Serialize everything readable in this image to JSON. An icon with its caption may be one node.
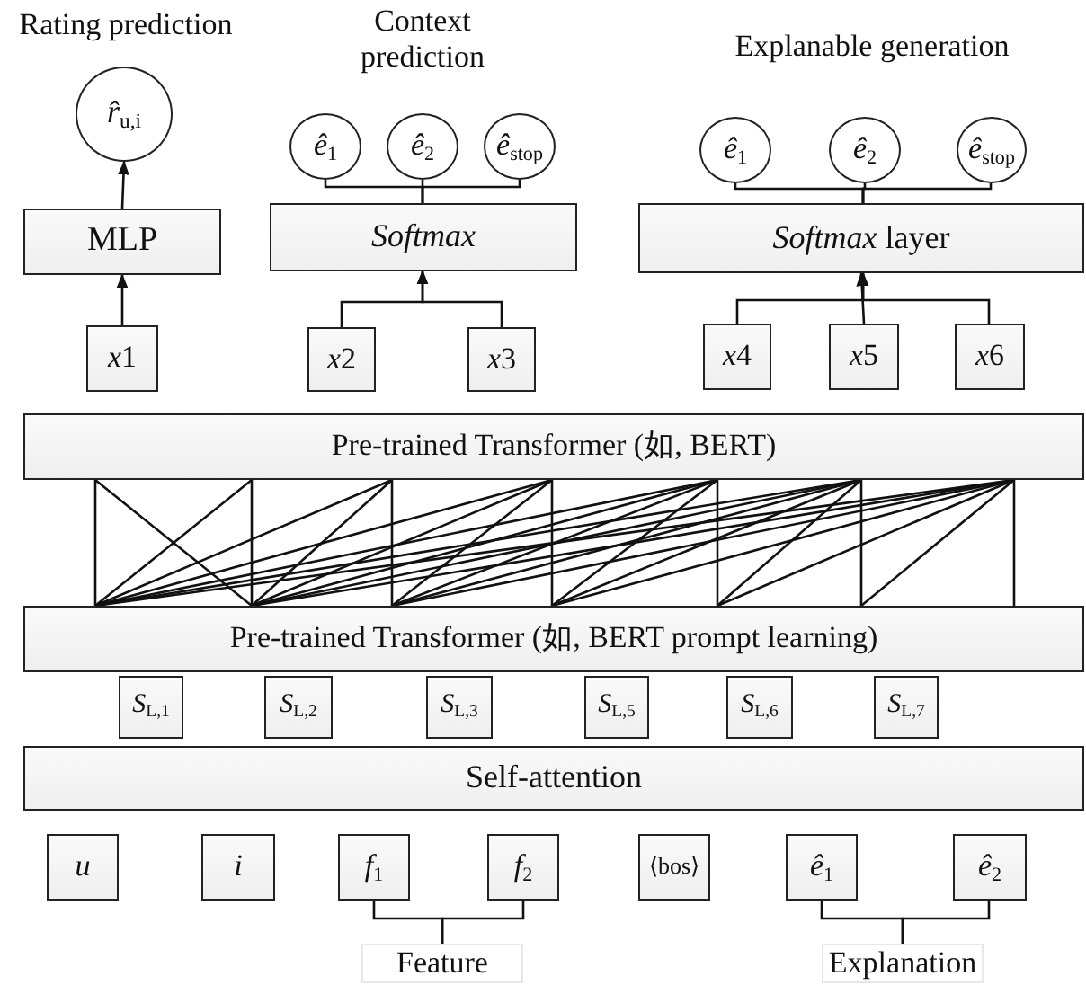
{
  "diagram": {
    "nodes": [
      {
        "text": [
          "*r̂*$_{u,i}$"
        ]
      },
      {
        "text": [
          "MLP"
        ]
      },
      {
        "text": [
          "x1"
        ]
      },
      {
        "text": [
          "Softmax"
        ]
      },
      {
        "text": [
          "*ê*$_{1}$"
        ]
      },
      {
        "text": [
          "*ê*$_{2}$"
        ]
      },
      {
        "text": [
          "*ê*$_{stop}$"
        ]
      },
      {
        "text": [
          "x2"
        ]
      },
      {
        "text": [
          "x3"
        ]
      },
      {
        "text": [
          "*Softmax* layer"
        ]
      },
      {
        "text": [
          "*ê*$_{1}$"
        ]
      },
      {
        "text": [
          "*ê*$_{2}$"
        ]
      },
      {
        "text": [
          "*ê*$_{stop}$"
        ]
      },
      {
        "text": [
          "x4"
        ]
      },
      {
        "text": [
          "x5"
        ]
      },
      {
        "text": [
          "x6"
        ]
      },
      {
        "text": [
          "Pre-trained Transformer (如, BERT)"
        ]
      },
      {
        "text": [
          "Pre-trained Transformer (如, BERT prompt learning)"
        ]
      },
      {
        "text": [
          "*S*$_{L,1}$"
        ]
      },
      {
        "text": [
          "*S*$_{L,2}$"
        ]
      },
      {
        "text": [
          "*S*$_{L,3}$"
        ]
      },
      {
        "text": [
          "*S*$_{L,5}$"
        ]
      },
      {
        "text": [
          "*S*$_{L,6}$"
        ]
      },
      {
        "text": [
          "*S*$_{L,7}$"
        ]
      },
      {
        "text": [
          "Self-attention"
        ]
      },
      {
        "text": [
          "u"
        ]
      },
      {
        "text": [
          "i"
        ]
      },
      {
        "text": [
          "*f*$_{1}$"
        ]
      },
      {
        "text": [
          "*f*$_{2}$"
        ]
      },
      {
        "text": [
          "⟨bos⟩"
        ]
      },
      {
        "text": [
          "*ê*$_{1}$"
        ]
      },
      {
        "text": [
          "*ê*$_{2}$"
        ]
      },
      {
        "text": [
          "Feature"
        ]
      },
      {
        "text": [
          "Explanation"
        ]
      }
    ],
    "edges": [
      {
        "from": 2,
        "to": 1,
        "arrow": "to"
      },
      {
        "from": 1,
        "to": 0,
        "arrow": "to"
      },
      {
        "from": 7,
        "to": 3,
        "arrow": "to"
      },
      {
        "from": 8,
        "to": 3,
        "arrow": "to"
      },
      {
        "from": 13,
        "to": 9,
        "arrow": "to"
      },
      {
        "from": 14,
        "to": 9,
        "arrow": "to"
      },
      {
        "from": 15,
        "to": 9,
        "arrow": "to"
      },
      {
        "from": 3,
        "to": 4,
        "arrow": "none"
      },
      {
        "from": 3,
        "to": 5,
        "arrow": "none"
      },
      {
        "from": 3,
        "to": 6,
        "arrow": "none"
      },
      {
        "from": 9,
        "to": 10,
        "arrow": "none"
      },
      {
        "from": 9,
        "to": 11,
        "arrow": "none"
      },
      {
        "from": 9,
        "to": 12,
        "arrow": "none"
      },
      {
        "from": 16,
        "to": 17,
        "arrow": "none"
      },
      {
        "from": 16,
        "to": 17,
        "arrow": "none"
      },
      {
        "from": 16,
        "to": 17,
        "arrow": "none"
      },
      {
        "from": 16,
        "to": 17,
        "arrow": "none"
      },
      {
        "from": 16,
        "to": 17,
        "arrow": "none"
      },
      {
        "from": 16,
        "to": 17,
        "arrow": "none"
      },
      {
        "from": 16,
        "to": 17,
        "arrow": "none"
      },
      {
        "from": 16,
        "to": 17,
        "arrow": "none"
      },
      {
        "from": 16,
        "to": 17,
        "arrow": "none"
      },
      {
        "from": 16,
        "to": 17,
        "arrow": "none"
      },
      {
        "from": 16,
        "to": 17,
        "arrow": "none"
      },
      {
        "from": 16,
        "to": 17,
        "arrow": "none"
      },
      {
        "from": 16,
        "to": 17,
        "arrow": "none"
      },
      {
        "from": 16,
        "to": 17,
        "arrow": "none"
      },
      {
        "from": 16,
        "to": 17,
        "arrow": "none"
      },
      {
        "from": 16,
        "to": 17,
        "arrow": "none"
      },
      {
        "from": 16,
        "to": 17,
        "arrow": "none"
      },
      {
        "from": 16,
        "to": 17,
        "arrow": "none"
      },
      {
        "from": 16,
        "to": 17,
        "arrow": "none"
      },
      {
        "from": 16,
        "to": 17,
        "arrow": "none"
      },
      {
        "from": 16,
        "to": 17,
        "arrow": "none"
      },
      {
        "from": 16,
        "to": 17,
        "arrow": "none"
      },
      {
        "from": 16,
        "to": 17,
        "arrow": "none"
      },
      {
        "from": 16,
        "to": 17,
        "arrow": "none"
      },
      {
        "from": 16,
        "to": 17,
        "arrow": "none"
      },
      {
        "from": 16,
        "to": 17,
        "arrow": "none"
      },
      {
        "from": 16,
        "to": 17,
        "arrow": "none"
      },
      {
        "from": 16,
        "to": 17,
        "arrow": "none"
      },
      {
        "from": 16,
        "to": 17,
        "arrow": "none"
      },
      {
        "from": 27,
        "to": 32,
        "arrow": "none"
      },
      {
        "from": 28,
        "to": 32,
        "arrow": "none"
      },
      {
        "from": 30,
        "to": 33,
        "arrow": "none"
      },
      {
        "from": 31,
        "to": 33,
        "arrow": "none"
      }
    ],
    "labels": [
      "Rating prediction",
      "Context prediction",
      "Explanable generation"
    ]
  }
}
